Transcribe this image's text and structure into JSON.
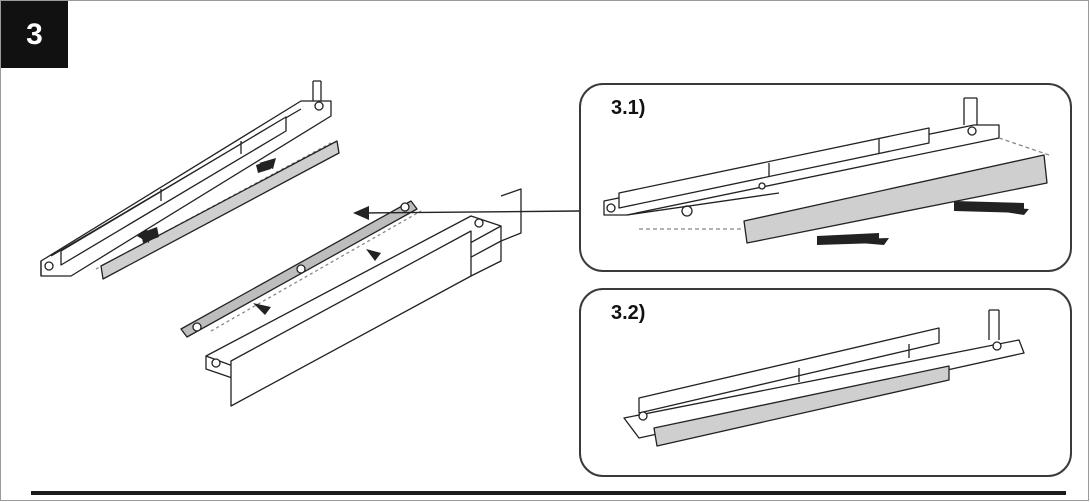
{
  "step": {
    "number": "3"
  },
  "panels": [
    {
      "label": "3.1)"
    },
    {
      "label": "3.2)"
    }
  ],
  "colors": {
    "ink": "#222222",
    "strip": "#cfcfcf",
    "badge": "#111111"
  }
}
